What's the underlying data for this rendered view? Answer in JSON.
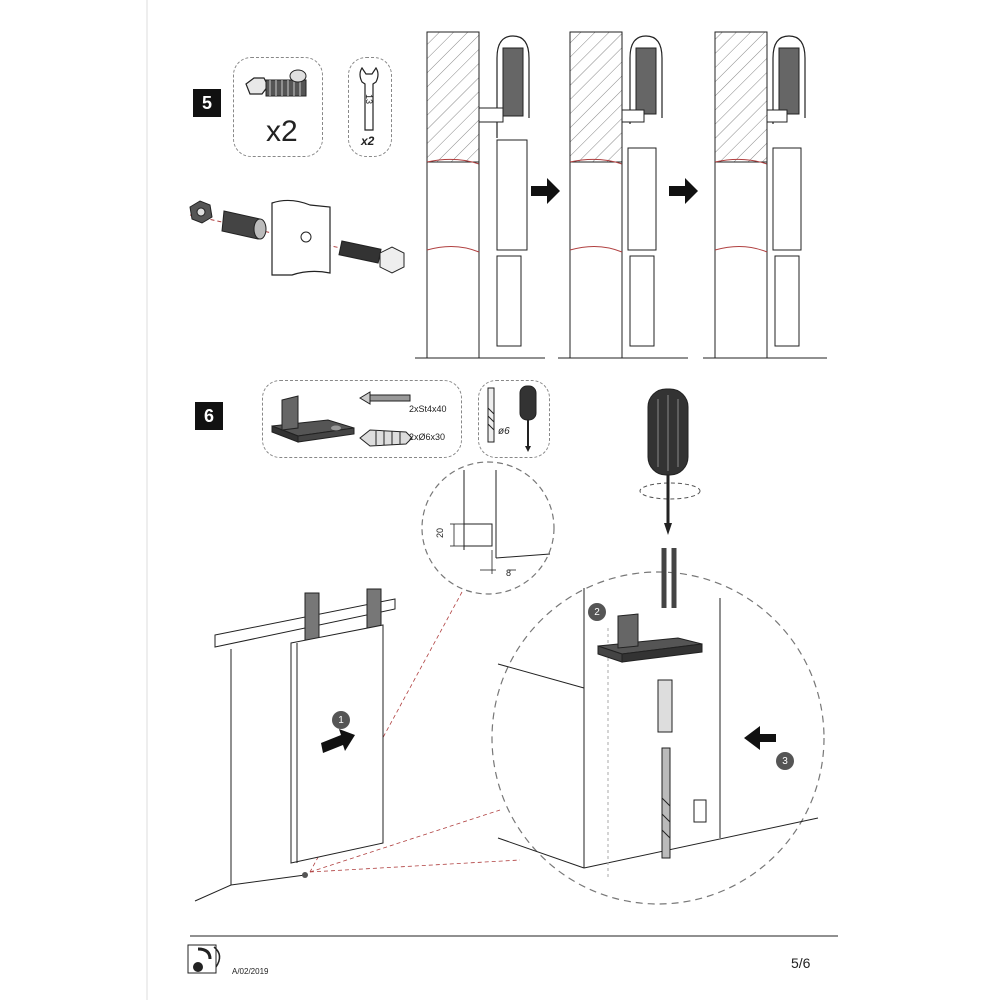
{
  "step5": {
    "number": "5",
    "bolt_qty": "x2",
    "wrench_size": "13",
    "wrench_qty": "x2"
  },
  "step6": {
    "number": "6",
    "screw_spec": "2xSt4x40",
    "plug_spec": "2xØ6x30",
    "drill_size": "ø6",
    "dim_height": "20",
    "dim_width": "8",
    "callouts": [
      "1",
      "2",
      "3"
    ]
  },
  "footer": {
    "doc_code": "A/02/2019",
    "page": "5/6"
  },
  "colors": {
    "ink": "#222222",
    "dark_part": "#3a3a3a",
    "wall_red": "#b04040"
  }
}
